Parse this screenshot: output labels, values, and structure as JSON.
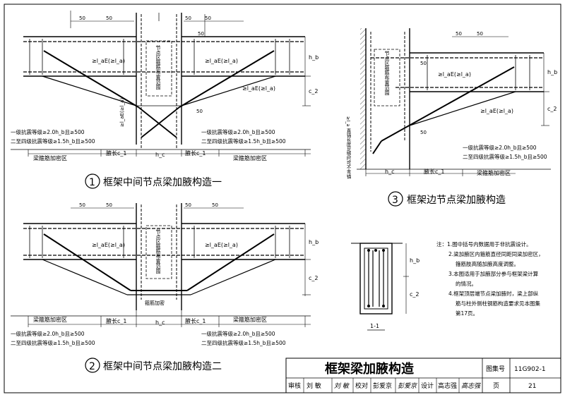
{
  "diagrams": {
    "d1": {
      "number": "1",
      "title": "框架中间节点梁加腋构造一",
      "dims": [
        "50",
        "50",
        "50",
        "50",
        "50",
        "50"
      ],
      "anchor_label": "≥l_aE(≥l_a)",
      "node_label": "节点区箍筋布置范围",
      "h_b": "h_b",
      "c2": "c_2",
      "h_c": "h_c",
      "haunch_len_left": "腋长c_1",
      "haunch_len_right": "腋长c_1",
      "zone_left": "梁箍筋加密区",
      "zone_right": "梁箍筋加密区",
      "note1_left": "一级抗震等级≥2.0h_b且≥500",
      "note2_left": "二至四级抗震等级≥1.5h_b且≥500",
      "note1_right": "一级抗震等级≥2.0h_b且≥500",
      "note2_right": "二至四级抗震等级≥1.5h_b且≥500"
    },
    "d2": {
      "number": "2",
      "title": "框架中间节点梁加腋构造二",
      "anchor_label": "≥l_aE(≥l_a)",
      "node_label": "节点区箍筋布置范围",
      "dense_label": "箍筋加密",
      "h_b": "h_b",
      "c2": "c_2",
      "h_c": "h_c",
      "haunch_len_left": "腋长c_1",
      "haunch_len_right": "腋长c_1",
      "zone_left": "梁箍筋加密区",
      "zone_right": "梁箍筋加密区",
      "note1_left": "一级抗震等级≥2.0h_b且≥500",
      "note2_left": "二至四级抗震等级≥1.5h_b且≥500",
      "note1_right": "一级抗震等级≥2.0h_b且≥500",
      "note2_right": "二至四级抗震等级≥1.5h_b且≥500"
    },
    "d3": {
      "number": "3",
      "title": "框架边节点梁加腋构造",
      "anchor_label": "≥l_aE(≥l_a)",
      "node_label": "节点区箍筋布置范围",
      "side_note": "≥l_a 直锚长度足够时可不弯锚",
      "h_b": "h_b",
      "c2": "c_2",
      "h_c": "h_c",
      "haunch_len": "腋长c_1",
      "zone": "梁箍筋加密区",
      "note1": "一级抗震等级≥2.0h_b且≥500",
      "note2": "二至四级抗震等级≥1.5h_b且≥500"
    },
    "section": {
      "label": "1-1",
      "h_b": "h_b",
      "c2": "c_2"
    }
  },
  "notes": [
    "注：1.图中括号内数据用于非抗震设计。",
    "2.梁加腋区内箍筋直径同距同梁加密区，",
    "箍筋肢高随加腋高度调整。",
    "3.本图适用于加腋部分参与框架梁计算",
    "的情况。",
    "4.框架顶层端节点梁加腋时，梁上部纵",
    "筋与柱外侧柱钢筋构造要求见本图集",
    "第17页。"
  ],
  "title_block": {
    "drawing_title": "框架梁加腋构造",
    "atlas_label": "图集号",
    "atlas_no": "11G902-1",
    "review_label": "审核",
    "reviewer": "刘  敏",
    "review_sig": "刘 敏",
    "check_label": "校对",
    "checker": "彭爱京",
    "check_sig": "彭爱京",
    "design_label": "设计",
    "designer": "高志强",
    "design_sig": "高志强",
    "page_label": "页",
    "page_no": "21"
  }
}
